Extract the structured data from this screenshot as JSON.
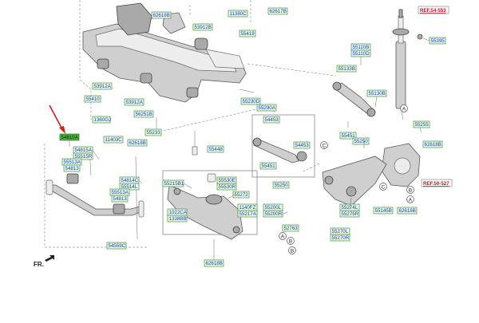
{
  "selected_part": "54810A",
  "part_labels": [
    {
      "id": "l01",
      "text": "62618B"
    },
    {
      "id": "l02",
      "text": "11380C"
    },
    {
      "id": "l03",
      "text": "62617B"
    },
    {
      "id": "l04",
      "text": "53912B"
    },
    {
      "id": "l05",
      "text": "55419"
    },
    {
      "id": "l06",
      "text": "53912A"
    },
    {
      "id": "l07",
      "text": "53912A"
    },
    {
      "id": "l08",
      "text": "55410"
    },
    {
      "id": "l09",
      "text": "1360GJ"
    },
    {
      "id": "l10",
      "text": "56251B"
    },
    {
      "id": "l11",
      "text": "55233"
    },
    {
      "id": "l12",
      "text": "55230D"
    },
    {
      "id": "l13",
      "text": "55290A"
    },
    {
      "id": "l14",
      "text": "11403C"
    },
    {
      "id": "l15",
      "text": "62618B"
    },
    {
      "id": "l16",
      "text": "55448"
    },
    {
      "id": "l17",
      "text": "54810A"
    },
    {
      "id": "l18",
      "text": "54815A"
    },
    {
      "id": "l19",
      "text": "55515R"
    },
    {
      "id": "l20",
      "text": "55513A"
    },
    {
      "id": "l21",
      "text": "54813"
    },
    {
      "id": "l22",
      "text": "54814C"
    },
    {
      "id": "l23",
      "text": "55514L"
    },
    {
      "id": "l24",
      "text": "55513A"
    },
    {
      "id": "l25",
      "text": "54813"
    },
    {
      "id": "l26",
      "text": "54559C"
    },
    {
      "id": "l27",
      "text": "55215B1"
    },
    {
      "id": "l28",
      "text": "55530E"
    },
    {
      "id": "l29",
      "text": "55530R"
    },
    {
      "id": "l30",
      "text": "55272"
    },
    {
      "id": "l31",
      "text": "1022CA"
    },
    {
      "id": "l32",
      "text": "1338BB"
    },
    {
      "id": "l33",
      "text": "1140FZ"
    },
    {
      "id": "l34",
      "text": "55217A"
    },
    {
      "id": "l35",
      "text": "55200L"
    },
    {
      "id": "l36",
      "text": "55200R"
    },
    {
      "id": "l37",
      "text": "52763"
    },
    {
      "id": "l38",
      "text": "62618B"
    },
    {
      "id": "l39",
      "text": "54453"
    },
    {
      "id": "l40",
      "text": "54453"
    },
    {
      "id": "l41",
      "text": "55451"
    },
    {
      "id": "l42",
      "text": "55250"
    },
    {
      "id": "l43",
      "text": "55110B"
    },
    {
      "id": "l44",
      "text": "55110D"
    },
    {
      "id": "l45",
      "text": "55133B"
    },
    {
      "id": "l46",
      "text": "55130B"
    },
    {
      "id": "l47",
      "text": "55451"
    },
    {
      "id": "l48",
      "text": "55250"
    },
    {
      "id": "l49",
      "text": "55274L"
    },
    {
      "id": "l50",
      "text": "55275R"
    },
    {
      "id": "l51",
      "text": "55145B"
    },
    {
      "id": "l52",
      "text": "62618B"
    },
    {
      "id": "l53",
      "text": "55270L"
    },
    {
      "id": "l54",
      "text": "55270R"
    },
    {
      "id": "l55",
      "text": "55255"
    },
    {
      "id": "l56",
      "text": "62618B"
    },
    {
      "id": "l57",
      "text": "55395"
    }
  ],
  "references": [
    {
      "id": "r1",
      "text": "REF.54-553"
    },
    {
      "id": "r2",
      "text": "REF.50-527"
    }
  ],
  "callouts": [
    {
      "id": "c1",
      "text": "A"
    },
    {
      "id": "c2",
      "text": "B"
    },
    {
      "id": "c3",
      "text": "C"
    },
    {
      "id": "c4",
      "text": "A"
    },
    {
      "id": "c5",
      "text": "B"
    },
    {
      "id": "c6",
      "text": "C"
    },
    {
      "id": "c7",
      "text": "A"
    },
    {
      "id": "c8",
      "text": "B"
    }
  ],
  "front_marker": "FR.",
  "colors": {
    "selected_fill": "#4fae3f",
    "label_text": "#1a3fb0",
    "reference_text": "#c0161c",
    "pointer_arrow": "#e01818"
  }
}
